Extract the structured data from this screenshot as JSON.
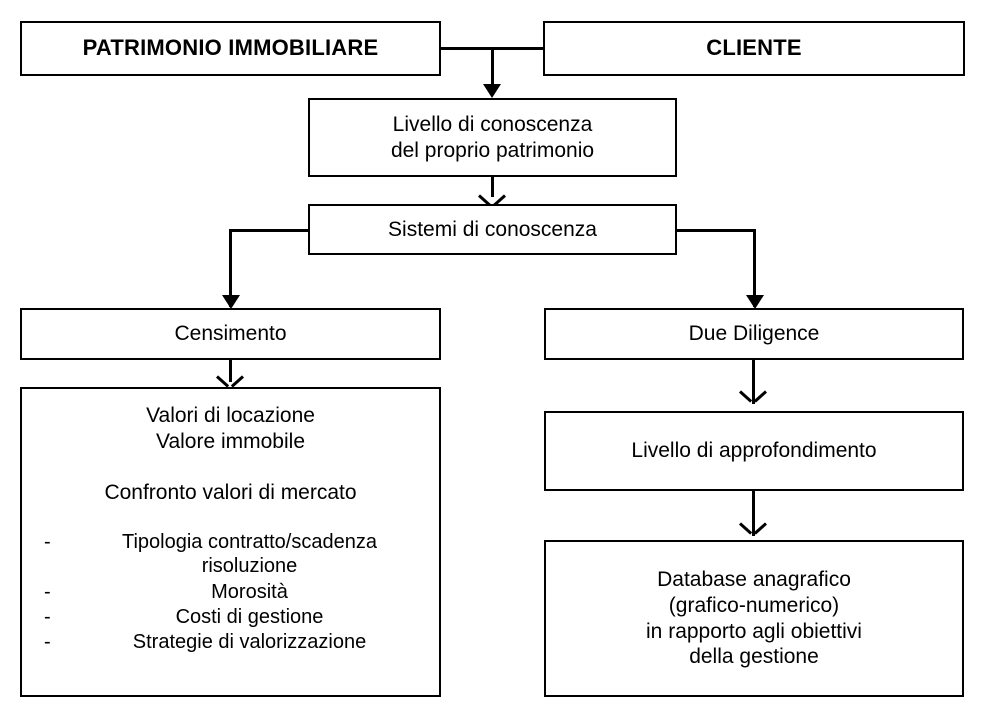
{
  "diagram": {
    "title": "Patrimonio immobiliare - flusso conoscenza",
    "colors": {
      "stroke": "#000000",
      "fill": "#ffffff",
      "text": "#000000"
    },
    "nodes": {
      "patrimonio": {
        "label": "PATRIMONIO IMMOBILIARE"
      },
      "cliente": {
        "label": "CLIENTE"
      },
      "livello_conoscenza": {
        "label": "Livello di conoscenza\ndel proprio patrimonio"
      },
      "sistemi": {
        "label": "Sistemi di conoscenza"
      },
      "censimento": {
        "label": "Censimento"
      },
      "due_diligence": {
        "label": "Due Diligence"
      },
      "livello_approfondimento": {
        "label": "Livello di approfondimento"
      },
      "database": {
        "label": "Database anagrafico\n(grafico-numerico)\nin rapporto agli obiettivi\ndella gestione"
      },
      "dettagli": {
        "head": "Valori di locazione\nValore immobile",
        "head2": "Confronto valori di mercato",
        "bullet_marker": "-",
        "bullets": [
          "Tipologia contratto/scadenza\nrisoluzione",
          "Morosità",
          "Costi di gestione",
          "Strategie di valorizzazione"
        ]
      }
    },
    "edges": [
      {
        "from": "patrimonio",
        "to": "livello_conoscenza",
        "arrowhead": "solid"
      },
      {
        "from": "cliente",
        "to": "livello_conoscenza",
        "arrowhead": "solid"
      },
      {
        "from": "livello_conoscenza",
        "to": "sistemi",
        "arrowhead": "chevron"
      },
      {
        "from": "sistemi",
        "to": "censimento",
        "arrowhead": "solid"
      },
      {
        "from": "sistemi",
        "to": "due_diligence",
        "arrowhead": "solid"
      },
      {
        "from": "censimento",
        "to": "dettagli",
        "arrowhead": "chevron"
      },
      {
        "from": "due_diligence",
        "to": "livello_approfondimento",
        "arrowhead": "chevron"
      },
      {
        "from": "livello_approfondimento",
        "to": "database",
        "arrowhead": "chevron"
      }
    ]
  }
}
